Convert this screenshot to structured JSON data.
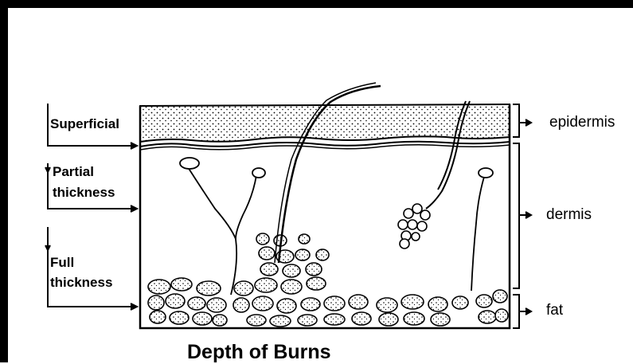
{
  "title": "Depth of Burns",
  "depth_labels": {
    "superficial": "Superficial",
    "partial_line1": "Partial",
    "partial_line2": "thickness",
    "full_line1": "Full",
    "full_line2": "thickness"
  },
  "layer_labels": {
    "epidermis": "epidermis",
    "dermis": "dermis",
    "fat": "fat"
  },
  "colors": {
    "frame": "#000000",
    "background": "#ffffff",
    "ink": "#000000"
  }
}
